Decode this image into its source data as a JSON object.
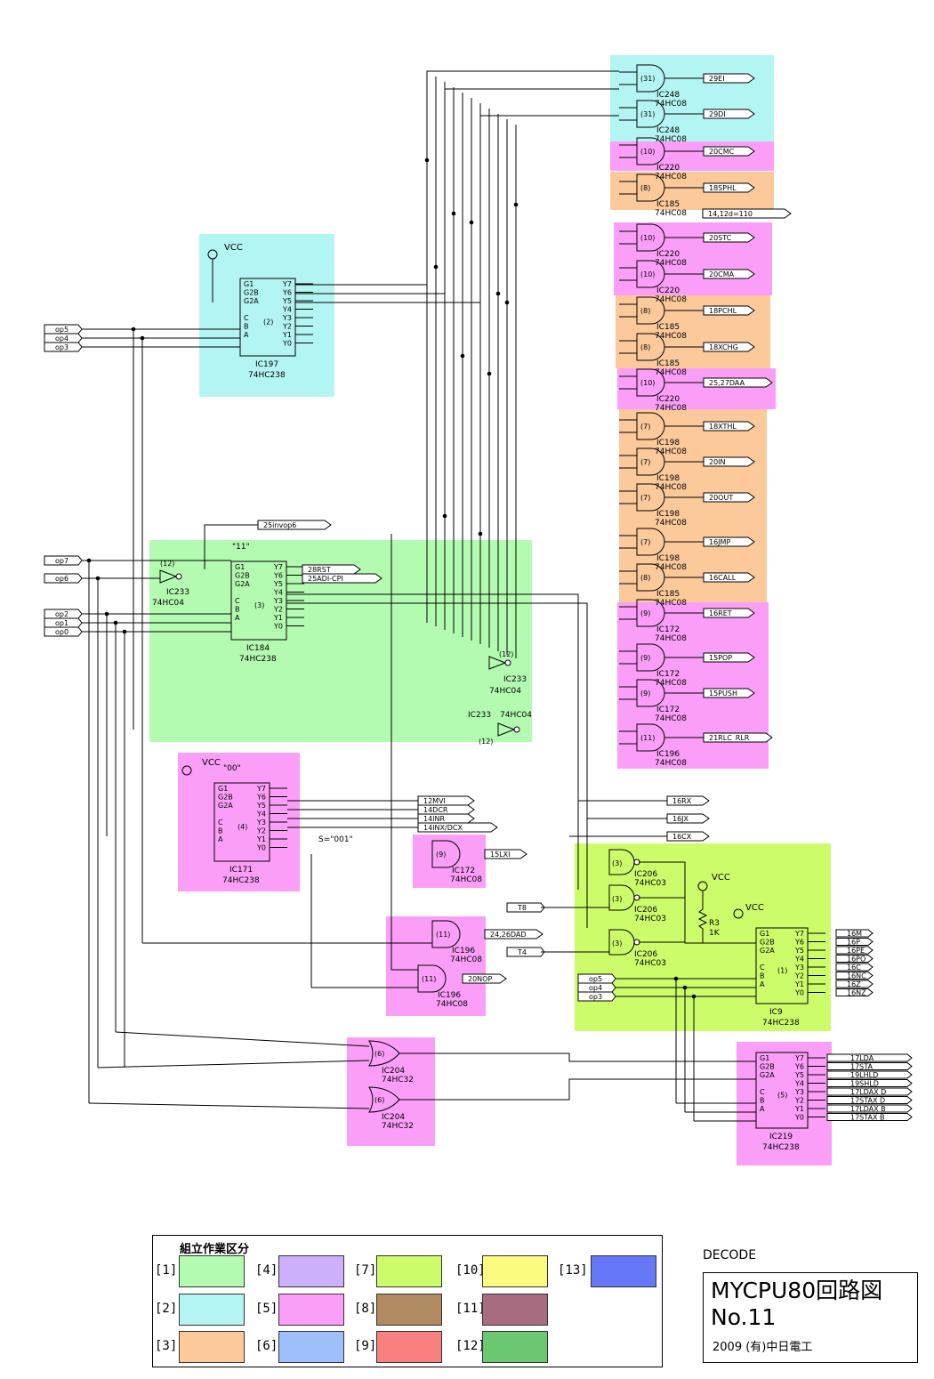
{
  "diagram": {
    "inputs": [
      "op5",
      "op4",
      "op3",
      "op7",
      "op6",
      "op2",
      "op1",
      "op0",
      "T8",
      "T4"
    ],
    "areas": [
      {
        "group": 2,
        "color": "#b3f5f2"
      },
      {
        "group": 5,
        "color": "#fb9ef8"
      },
      {
        "group": 3,
        "color": "#fbc99a"
      },
      {
        "group": 1,
        "color": "#b3fbb0"
      },
      {
        "group": 7,
        "color": "#ccfc6a"
      }
    ],
    "chips": [
      {
        "ref": "IC197",
        "type": "74HC238",
        "unit": "(2)",
        "vcc": "VCC"
      },
      {
        "ref": "IC184",
        "type": "74HC238",
        "unit": "(3)",
        "note": "\"11\""
      },
      {
        "ref": "IC171",
        "type": "74HC238",
        "unit": "(4)",
        "vcc": "VCC",
        "note": "\"00\""
      },
      {
        "ref": "IC9",
        "type": "74HC238",
        "unit": "(1)",
        "vcc": "VCC"
      },
      {
        "ref": "IC219",
        "type": "74HC238",
        "unit": "(5)"
      }
    ],
    "gates": [
      {
        "ref": "IC248",
        "type": "74HC08",
        "unit": "(31)",
        "out": "29EI"
      },
      {
        "ref": "IC248",
        "type": "74HC08",
        "unit": "(31)",
        "out": "29DI"
      },
      {
        "ref": "IC220",
        "type": "74HC08",
        "unit": "(10)",
        "out": "20CMC"
      },
      {
        "ref": "IC185",
        "type": "74HC08",
        "unit": "(8)",
        "out": "18SPHL"
      },
      {
        "ref": "IC220",
        "type": "74HC08",
        "unit": "(10)",
        "out": "20STC"
      },
      {
        "ref": "IC220",
        "type": "74HC08",
        "unit": "(10)",
        "out": "20CMA"
      },
      {
        "ref": "IC185",
        "type": "74HC08",
        "unit": "(8)",
        "out": "18PCHL"
      },
      {
        "ref": "IC185",
        "type": "74HC08",
        "unit": "(8)",
        "out": "18XCHG"
      },
      {
        "ref": "IC220",
        "type": "74HC08",
        "unit": "(10)",
        "out": "25,27DAA"
      },
      {
        "ref": "IC198",
        "type": "74HC08",
        "unit": "(7)",
        "out": "18XTHL"
      },
      {
        "ref": "IC198",
        "type": "74HC08",
        "unit": "(7)",
        "out": "20IN"
      },
      {
        "ref": "IC198",
        "type": "74HC08",
        "unit": "(7)",
        "out": "20OUT"
      },
      {
        "ref": "IC198",
        "type": "74HC08",
        "unit": "(7)",
        "out": "16JMP"
      },
      {
        "ref": "IC185",
        "type": "74HC08",
        "unit": "(8)",
        "out": "16CALL"
      },
      {
        "ref": "IC172",
        "type": "74HC08",
        "unit": "(9)",
        "out": "16RET"
      },
      {
        "ref": "IC172",
        "type": "74HC08",
        "unit": "(9)",
        "out": "15POP"
      },
      {
        "ref": "IC172",
        "type": "74HC08",
        "unit": "(9)",
        "out": "15PUSH"
      },
      {
        "ref": "IC196",
        "type": "74HC08",
        "unit": "(11)",
        "out": "21RLC_RLR"
      },
      {
        "ref": "IC172",
        "type": "74HC08",
        "unit": "(9)",
        "out": "15LXI"
      },
      {
        "ref": "IC196",
        "type": "74HC08",
        "unit": "(11)",
        "out": "24,26DAD"
      },
      {
        "ref": "IC196",
        "type": "74HC08",
        "unit": "(11)",
        "out": "20NOP"
      },
      {
        "ref": "IC204",
        "type": "74HC32",
        "unit": "(6)"
      },
      {
        "ref": "IC204",
        "type": "74HC32",
        "unit": "(6)"
      },
      {
        "ref": "IC206",
        "type": "74HC03",
        "unit": "(3)"
      },
      {
        "ref": "IC206",
        "type": "74HC03",
        "unit": "(3)"
      },
      {
        "ref": "IC206",
        "type": "74HC03",
        "unit": "(3)"
      }
    ],
    "inverters": [
      {
        "ref": "IC233",
        "type": "74HC04",
        "unit": "(12)"
      },
      {
        "ref": "IC233",
        "type": "74HC04",
        "unit": "(12)"
      },
      {
        "ref": "IC233",
        "type": "74HC04",
        "unit": "(12)"
      }
    ],
    "outputs_misc": [
      "14,12d=110",
      "25invop6",
      "28RST",
      "25ADI-CPI",
      "16CX",
      "16JX",
      "16RX",
      "12MVI",
      "14DCR",
      "14INR",
      "14INX/DCX"
    ],
    "ic9_outputs": [
      "16M",
      "16P",
      "16PE",
      "16PO",
      "16C",
      "16NC",
      "16Z",
      "16NZ"
    ],
    "ic219_outputs": [
      "17LDA",
      "17STA",
      "19LHLD",
      "19SHLD",
      "17LDAX D",
      "17STAX D",
      "17LDAX B",
      "17STAX B"
    ],
    "misc_labels": {
      "s001": "S=\"001\"",
      "r3": "R3",
      "r3_value": "1K",
      "vcc": "VCC"
    }
  },
  "legend": {
    "title": "組立作業区分",
    "items": [
      {
        "label": "[1]",
        "color": "#b3fbb0"
      },
      {
        "label": "[2]",
        "color": "#b3f5f2"
      },
      {
        "label": "[3]",
        "color": "#fbc99a"
      },
      {
        "label": "[4]",
        "color": "#cdb0fb"
      },
      {
        "label": "[5]",
        "color": "#fb9ef8"
      },
      {
        "label": "[6]",
        "color": "#9fbefc"
      },
      {
        "label": "[7]",
        "color": "#ccfc6a"
      },
      {
        "label": "[8]",
        "color": "#b08a60"
      },
      {
        "label": "[9]",
        "color": "#f98080"
      },
      {
        "label": "[10]",
        "color": "#fbfb80"
      },
      {
        "label": "[11]",
        "color": "#a86c80"
      },
      {
        "label": "[12]",
        "color": "#6cc870"
      },
      {
        "label": "[13]",
        "color": "#6678f8"
      }
    ]
  },
  "title_block": {
    "section": "DECODE",
    "title": "MYCPU80回路図",
    "number": "No.11",
    "credit": "2009 (有)中日電工"
  }
}
